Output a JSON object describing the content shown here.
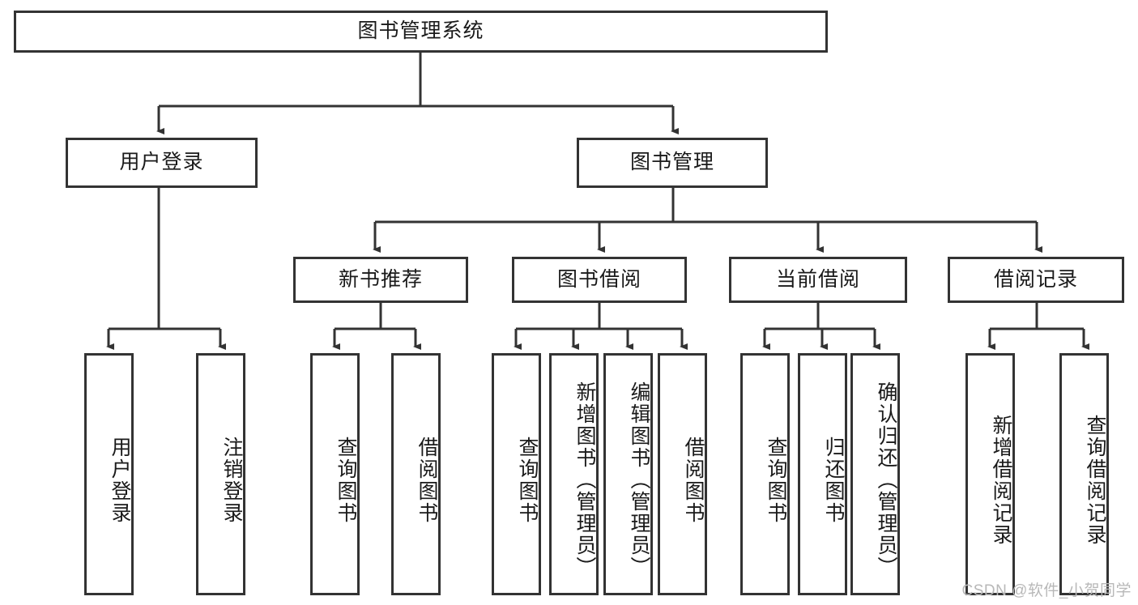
{
  "diagram": {
    "title": "图书管理系统",
    "type": "tree-hierarchy-chart",
    "colors": {
      "background": "#ffffff",
      "node_border": "#333333",
      "node_fill": "#ffffff",
      "edge": "#333333",
      "text": "#1a1a1a",
      "watermark": "#b8b8b8"
    },
    "root": {
      "label": "图书管理系统"
    },
    "level2": [
      {
        "label": "用户登录"
      },
      {
        "label": "图书管理"
      }
    ],
    "level3": [
      {
        "label": "新书推荐"
      },
      {
        "label": "图书借阅"
      },
      {
        "label": "当前借阅"
      },
      {
        "label": "借阅记录"
      }
    ],
    "leaves": {
      "user_login": [
        {
          "label": "用户登录"
        },
        {
          "label": "注销登录"
        }
      ],
      "new_book_recommend": [
        {
          "label": "查询图书"
        },
        {
          "label": "借阅图书"
        }
      ],
      "book_borrow": [
        {
          "label": "查询图书"
        },
        {
          "label": "新增图书（管理员）"
        },
        {
          "label": "编辑图书（管理员）"
        },
        {
          "label": "借阅图书"
        }
      ],
      "current_borrow": [
        {
          "label": "查询图书"
        },
        {
          "label": "归还图书"
        },
        {
          "label": "确认归还（管理员）"
        }
      ],
      "borrow_record": [
        {
          "label": "新增借阅记录"
        },
        {
          "label": "查询借阅记录"
        }
      ]
    }
  },
  "watermark": {
    "text": "CSDN @软件_小贺同学"
  }
}
